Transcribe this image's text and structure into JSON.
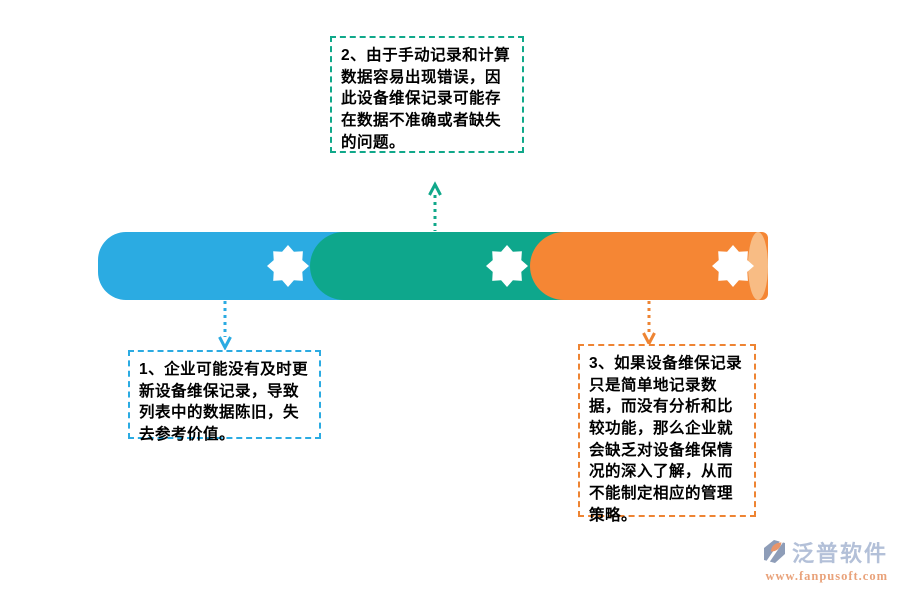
{
  "diagram": {
    "callouts": [
      {
        "text": "1、企业可能没有及时更新设备维保记录，导致列表中的数据陈旧，失去参考价值。",
        "accent_color": "#2BABE2",
        "position": "bottom-left",
        "arrow_direction": "down"
      },
      {
        "text": "2、由于手动记录和计算数据容易出现错误，因此设备维保记录可能存在数据不准确或者缺失的问题。",
        "accent_color": "#10A88A",
        "position": "top-center",
        "arrow_direction": "up"
      },
      {
        "text": "3、如果设备维保记录只是简单地记录数据，而没有分析和比较功能，那么企业就会缺乏对设备维保情况的深入了解，从而不能制定相应的管理策略。",
        "accent_color": "#EE8433",
        "position": "bottom-right",
        "arrow_direction": "down"
      }
    ],
    "bar": {
      "segments": [
        {
          "color": "#2BABE2",
          "badge_icon": "8-point-star"
        },
        {
          "color": "#0EA78C",
          "badge_icon": "8-point-star"
        },
        {
          "color": "#F58634",
          "badge_icon": "8-point-star"
        }
      ],
      "badge_color": "#FFFFFF",
      "end_cap_color": "#F8BC84"
    }
  },
  "watermark": {
    "logo_icon": "fanpu-logo",
    "brand": "泛普软件",
    "url": "www.fanpusoft.com",
    "brand_color": "#B3C0D8",
    "url_color": "#E9A27A"
  }
}
